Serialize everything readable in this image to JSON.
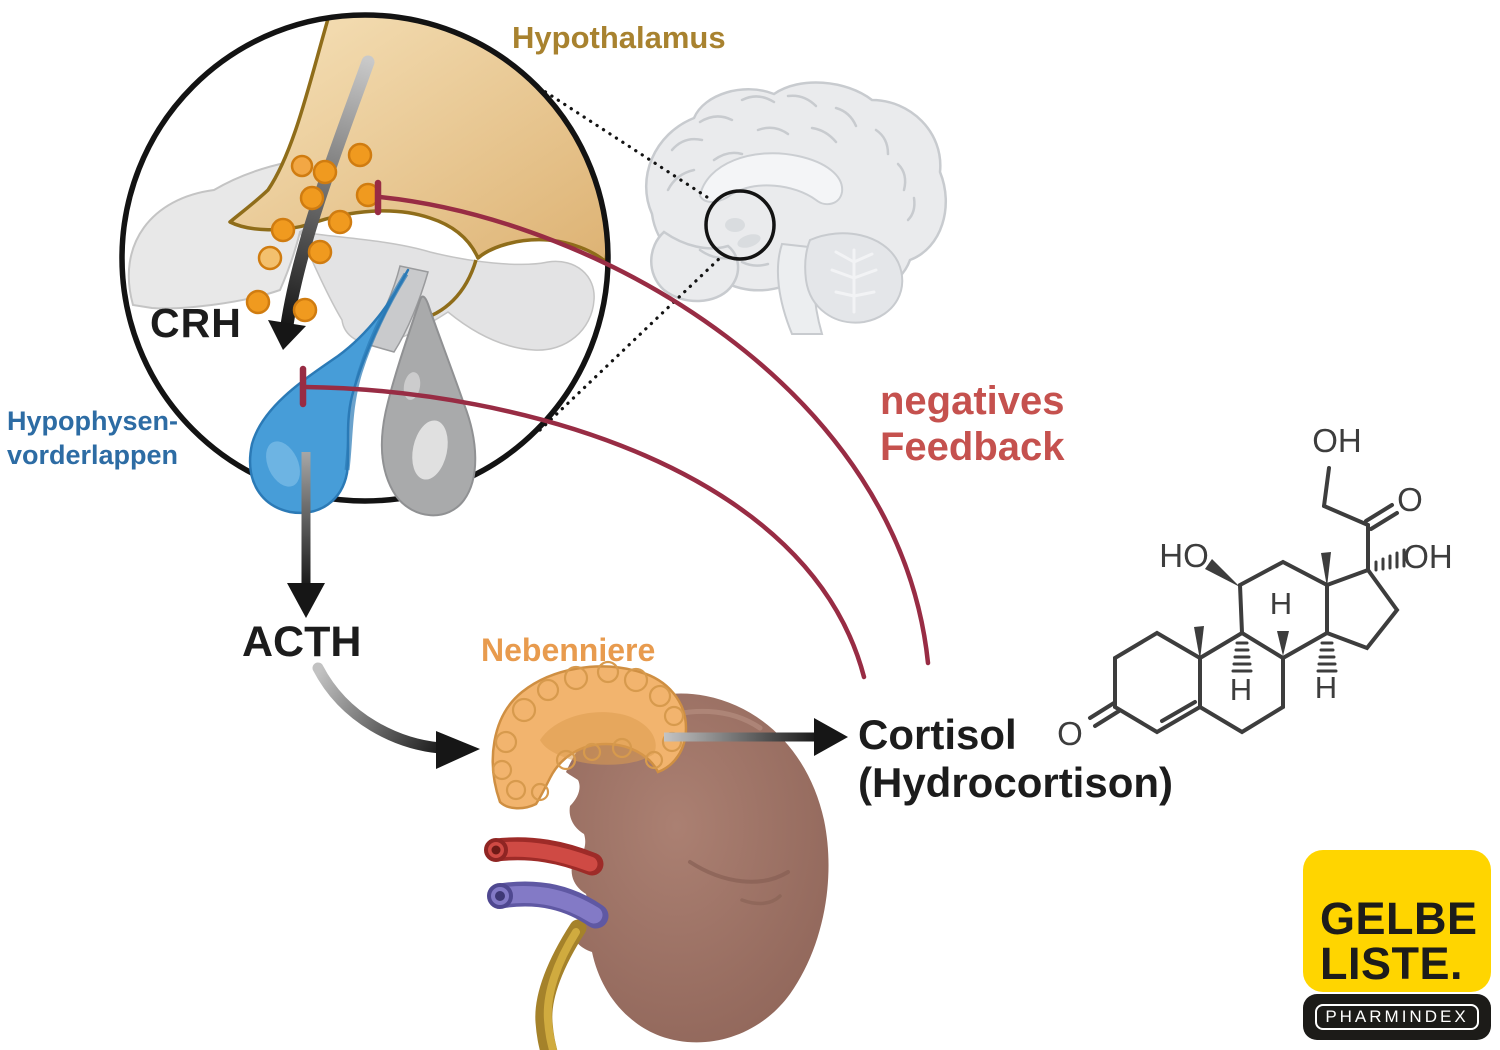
{
  "page": {
    "description": "HPA-Achse Diagramm: Regulation von Cortisol über Hypothalamus, Hypophyse und Nebenniere mit negativem Feedback"
  },
  "labels": {
    "hypothalamus": "Hypothalamus",
    "pituitary_line1": "Hypophysen-",
    "pituitary_line2": "vorderlappen",
    "crh": "CRH",
    "acth": "ACTH",
    "adrenal": "Nebenniere",
    "feedback_line1": "negatives",
    "feedback_line2": "Feedback",
    "product_line1": "Cortisol",
    "product_line2": "(Hydrocortison)"
  },
  "molecule": {
    "name": "Cortisol (Hydrocortison) Strukturformel",
    "atoms": {
      "oh_top": "OH",
      "o_side_chain": "O",
      "oh_right": "OH",
      "ho_left": "HO",
      "h_ring_c": "H",
      "h_ring_b_left": "H",
      "h_ring_b_right": "H",
      "o_ketone": "O"
    }
  },
  "logo": {
    "line1": "GELBE",
    "line2": "LISTE.",
    "subtitle": "PHARMINDEX"
  },
  "colors": {
    "hypothalamus_label": "#a8822f",
    "hypothalamus_fill": "#ecd0a0",
    "hypothalamus_border": "#8f6d1a",
    "pituitary_label": "#2d6ca4",
    "anterior_pituitary_fill": "#479dd8",
    "posterior_pituitary_fill": "#a9aaab",
    "crh_dots": "#f09a1f",
    "adrenal_label": "#e89b4e",
    "adrenal_fill": "#f2b46e",
    "kidney_fill": "#9b7265",
    "artery_red": "#c5403c",
    "vein_purple": "#837ac6",
    "ureter_gold": "#c9a436",
    "feedback_label": "#c5514e",
    "feedback_line": "#982c44",
    "arrow_black": "#161616",
    "brain_gray": "#eaebed",
    "logo_yellow": "#ffd500",
    "logo_black": "#1c1b18"
  }
}
